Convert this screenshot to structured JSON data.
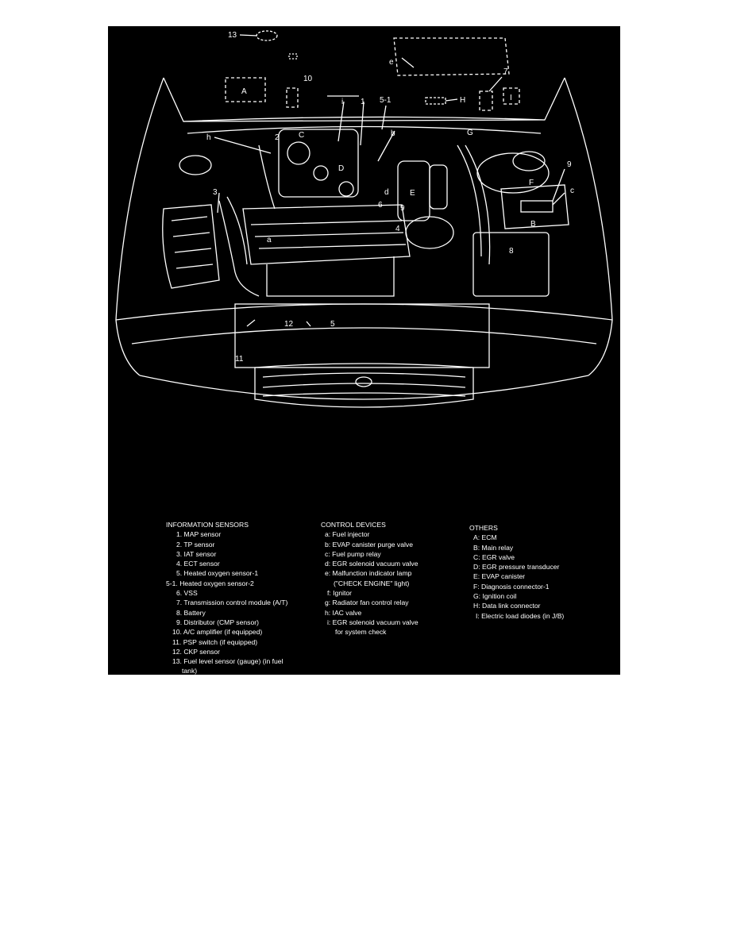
{
  "diagram": {
    "callouts": [
      "13",
      "10",
      "A",
      "1",
      "i",
      "5-1",
      "e",
      "7",
      "H",
      "I",
      "h",
      "2",
      "C",
      "b",
      "G",
      "D",
      "E",
      "3",
      "F",
      "9",
      "c",
      "a",
      "d",
      "6",
      "4",
      "9",
      "B",
      "8",
      "12",
      "5",
      "11"
    ]
  },
  "legend": {
    "information_sensors": {
      "title": "INFORMATION SENSORS",
      "items": [
        "1. MAP sensor",
        "2. TP sensor",
        "3. IAT sensor",
        "4. ECT sensor",
        "5. Heated oxygen sensor-1",
        "5-1. Heated oxygen sensor-2",
        "6. VSS",
        "7. Transmission control module (A/T)",
        "8. Battery",
        "9. Distributor (CMP sensor)",
        "10. A/C amplifier (if equipped)",
        "11. PSP switch (if equipped)",
        "12. CKP sensor",
        "13. Fuel level sensor (gauge) (in fuel",
        "tank)"
      ]
    },
    "control_devices": {
      "title": "CONTROL DEVICES",
      "items": [
        "a: Fuel injector",
        "b: EVAP canister purge valve",
        "c: Fuel pump relay",
        "d: EGR solenoid vacuum valve",
        "e: Malfunction indicator lamp",
        "(\"CHECK ENGINE\" light)",
        "f: Ignitor",
        "g: Radiator fan control relay",
        "h: IAC valve",
        "i: EGR solenoid vacuum valve",
        "for system check"
      ]
    },
    "others": {
      "title": "OTHERS",
      "items": [
        "A: ECM",
        "B: Main relay",
        "C: EGR valve",
        "D: EGR pressure transducer",
        "E: EVAP canister",
        "F: Diagnosis connector-1",
        "G: Ignition coil",
        "H: Data link connector",
        "I: Electric load diodes (in J/B)"
      ]
    }
  }
}
